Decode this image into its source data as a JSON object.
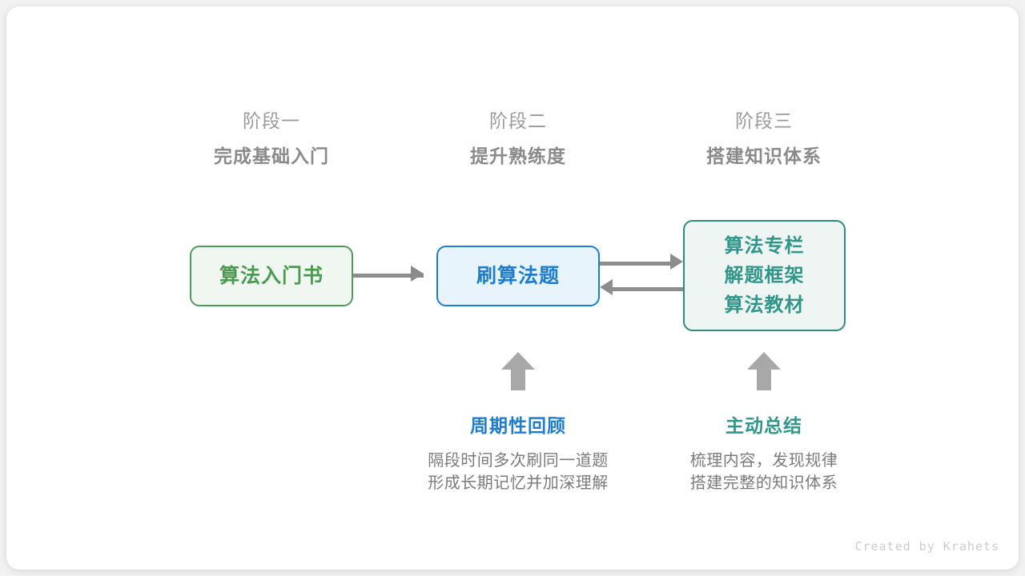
{
  "diagram": {
    "phases": [
      {
        "stage_label": "阶段一",
        "title": "完成基础入门"
      },
      {
        "stage_label": "阶段二",
        "title": "提升熟练度"
      },
      {
        "stage_label": "阶段三",
        "title": "搭建知识体系"
      }
    ],
    "nodes": {
      "book": {
        "label": "算法入门书",
        "color": "#4a9a52",
        "border": "#4f9b57",
        "fill": "#f0f7f0"
      },
      "practice": {
        "label": "刷算法题",
        "color": "#1f7dd0",
        "border": "#1f7dd0",
        "fill": "#e8f4fc"
      },
      "resources": {
        "line1": "算法专栏",
        "line2": "解题框架",
        "line3": "算法教材",
        "color": "#31968a",
        "border": "#2e8b80",
        "fill": "#eef5f3"
      }
    },
    "annotations": [
      {
        "title": "周期性回顾",
        "desc_line1": "隔段时间多次刷同一道题",
        "desc_line2": "形成长期记忆并加深理解",
        "color": "#1f7dd0"
      },
      {
        "title": "主动总结",
        "desc_line1": "梳理内容，发现规律",
        "desc_line2": "搭建完整的知识体系",
        "color": "#31968a"
      }
    ],
    "arrow_color": "#8c8c8c",
    "up_arrow_color": "#a8a8a8",
    "credit": "Created by Krahets"
  }
}
